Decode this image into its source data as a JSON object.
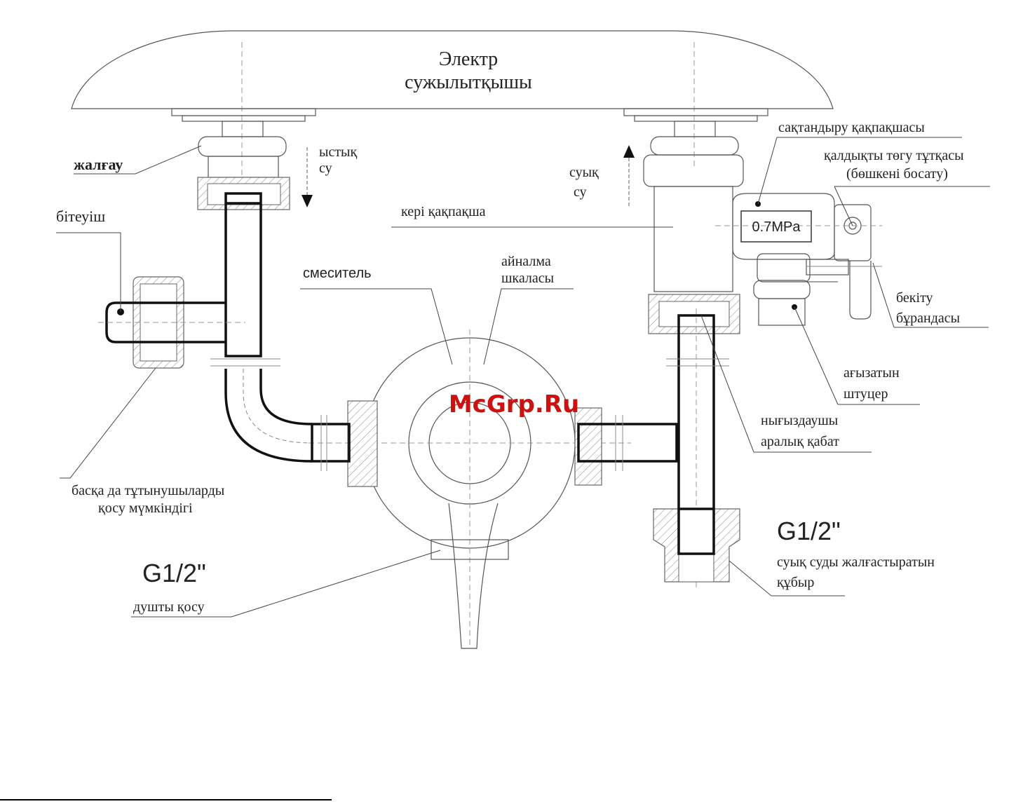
{
  "labels": {
    "heater_line1": "Электр",
    "heater_line2": "сужылытқышы",
    "coupling": "жалғау",
    "hot_water_line1": "ыстық",
    "hot_water_line2": "су",
    "plug": "бітеуіш",
    "cold_water_line1": "суық",
    "cold_water_line2": "су",
    "safety_valve": "сақтандыру қақпақшасы",
    "drain_handle_line1": "қалдықты төгу тұтқасы",
    "drain_handle_line2": "(бөшкені босату)",
    "check_valve": "кері қақпақша",
    "pressure": "0.7MPa",
    "mixer": "смеситель",
    "rotary_scale_line1": "айналма",
    "rotary_scale_line2": "шкаласы",
    "fixing_screw_line1": "бекіту",
    "fixing_screw_line2": "бұрандасы",
    "drain_fitting_line1": "ағызатын",
    "drain_fitting_line2": "штуцер",
    "gasket_line1": "нығыздаушы",
    "gasket_line2": "аралық қабат",
    "other_consumers_line1": "басқа да тұтынушыларды",
    "other_consumers_line2": "қосу мүмкіндігі",
    "thread_cold": "G1/2\"",
    "cold_pipe_line1": "суық суды жалғастыратын",
    "cold_pipe_line2": "құбыр",
    "thread_shower": "G1/2\"",
    "shower_connection": "душты қосу",
    "watermark": "McGrp.Ru"
  },
  "icons": {
    "hot_flow_arrow": "arrow-down-icon",
    "cold_flow_arrow": "arrow-up-icon"
  },
  "colors": {
    "watermark": "#cc1111",
    "line": "#111111"
  }
}
